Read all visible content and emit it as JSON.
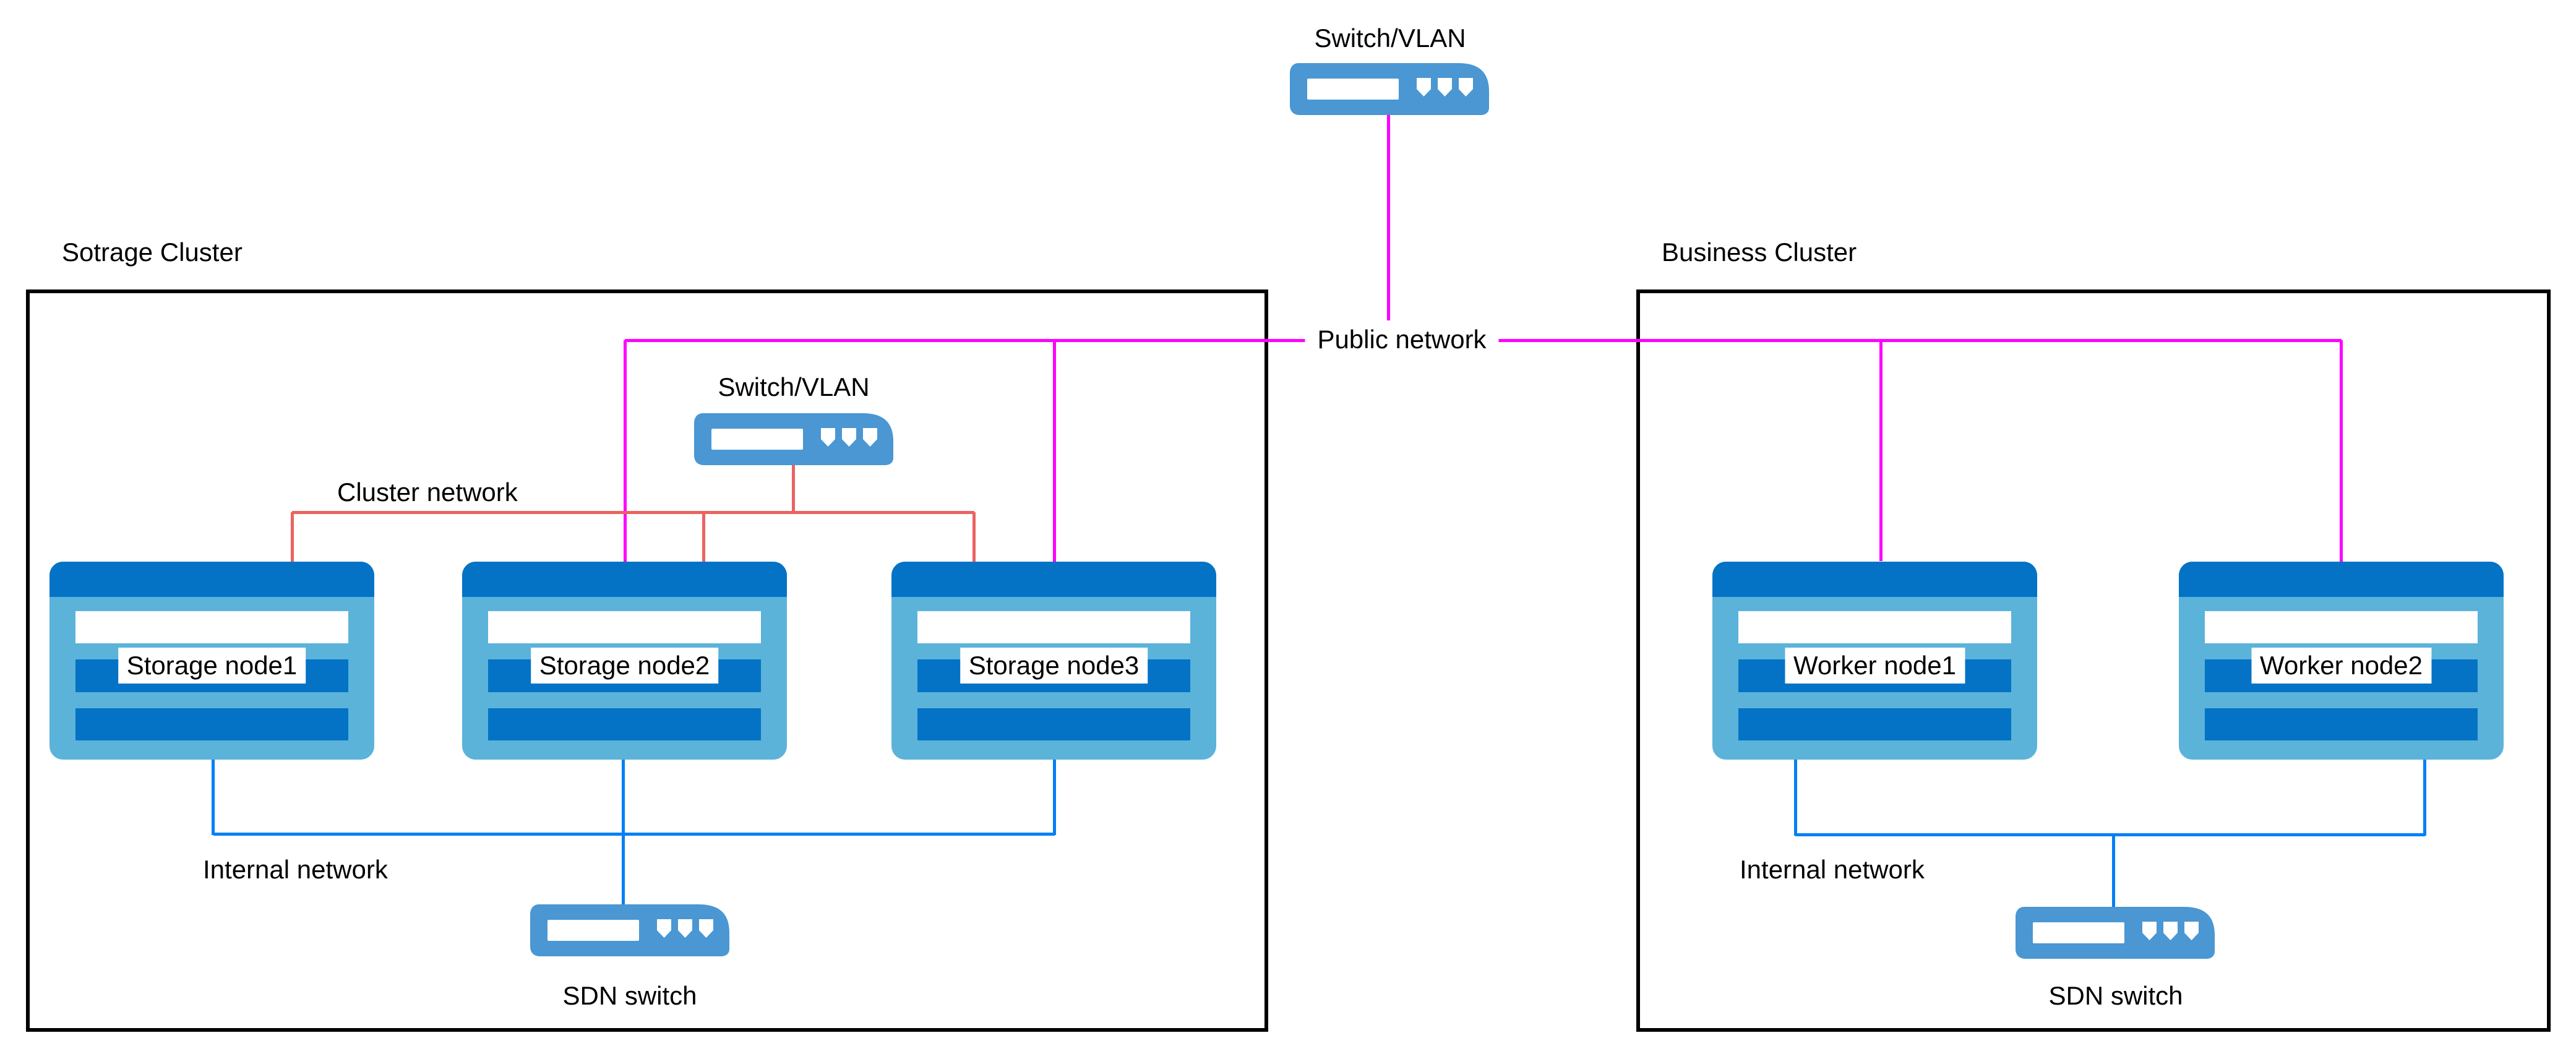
{
  "top_switch": {
    "label": "Switch/VLAN"
  },
  "public_network": {
    "label": "Public network"
  },
  "storage_cluster": {
    "title": "Sotrage Cluster",
    "switch_label": "Switch/VLAN",
    "cluster_network_label": "Cluster network",
    "internal_network_label": "Internal network",
    "sdn_switch_label": "SDN switch",
    "nodes": [
      "Storage node1",
      "Storage node2",
      "Storage node3"
    ]
  },
  "business_cluster": {
    "title": "Business Cluster",
    "internal_network_label": "Internal network",
    "sdn_switch_label": "SDN switch",
    "nodes": [
      "Worker node1",
      "Worker node2"
    ]
  },
  "colors": {
    "public_network_line": "#FF00FF",
    "cluster_network_line": "#EB6361",
    "internal_network_line": "#0080F6",
    "switch_fill": "#4A97D3",
    "node_body": "#5BB3DA",
    "node_accent": "#0473C5",
    "box_border": "#000000"
  }
}
